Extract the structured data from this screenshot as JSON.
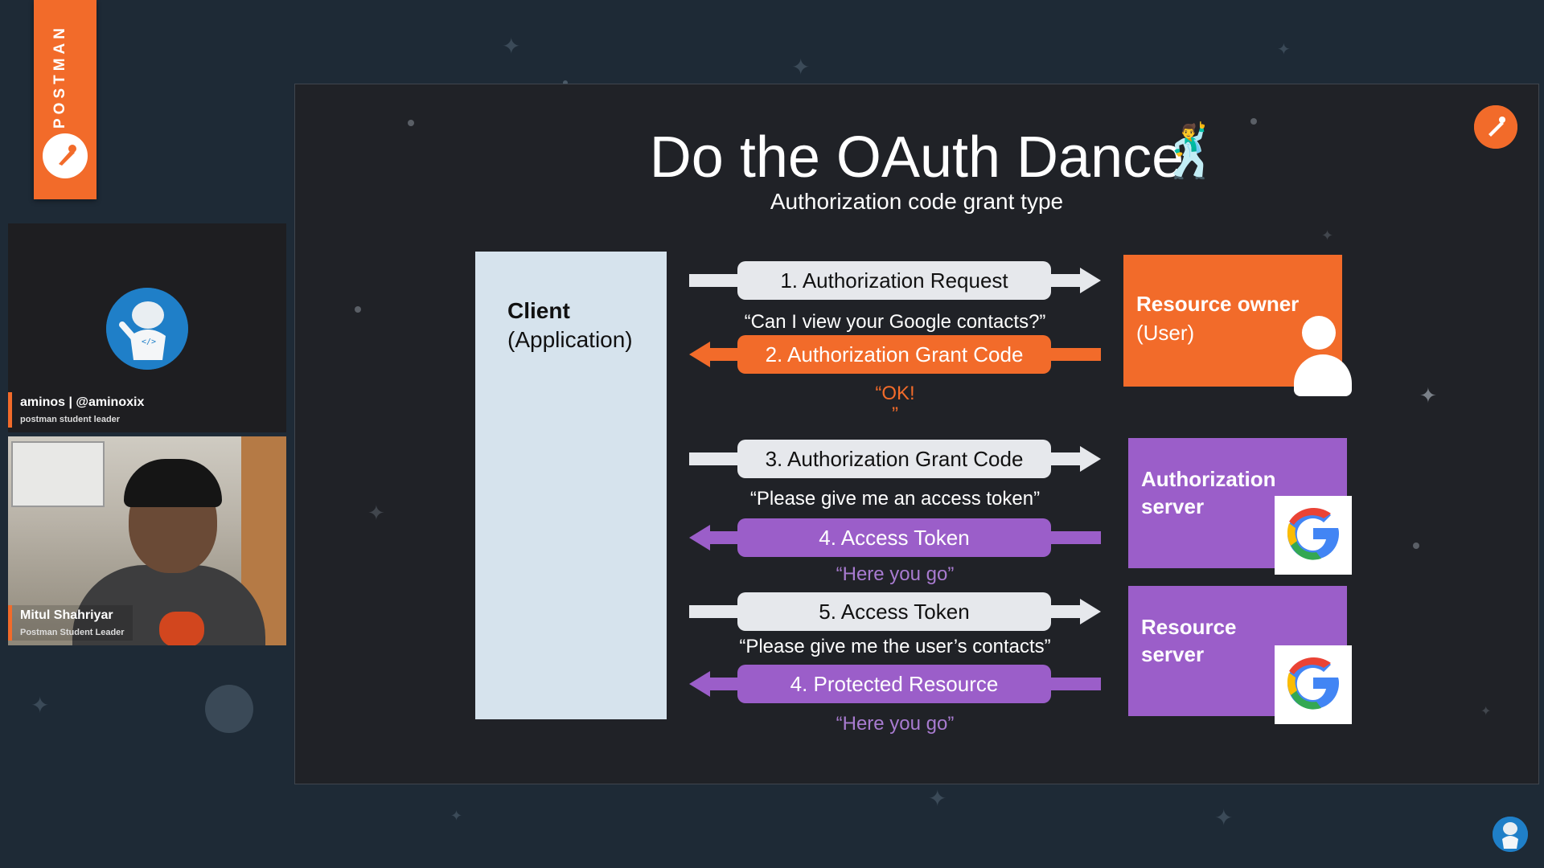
{
  "brand": {
    "name": "POSTMAN",
    "accent": "#f26b2a",
    "purple": "#9b5ec9"
  },
  "participants": [
    {
      "name": "aminos | @aminoxix",
      "role": "postman student leader"
    },
    {
      "name": "Mitul Shahriyar",
      "role": "Postman Student Leader"
    }
  ],
  "slide": {
    "title": "Do the OAuth Dance",
    "subtitle": "Authorization code grant type",
    "client": {
      "title": "Client",
      "subtitle": "(Application)"
    },
    "steps": [
      {
        "label": "1. Authorization Request",
        "direction": "right",
        "color": "white",
        "caption": "“Can I view your Google contacts?”"
      },
      {
        "label": "2. Authorization Grant Code",
        "direction": "left",
        "color": "orange",
        "caption": "“OK!\n”"
      },
      {
        "label": "3. Authorization Grant Code",
        "direction": "right",
        "color": "white",
        "caption": "“Please give me an access token”"
      },
      {
        "label": "4. Access Token",
        "direction": "left",
        "color": "purple",
        "caption": "“Here you go”"
      },
      {
        "label": "5. Access Token",
        "direction": "right",
        "color": "white",
        "caption": "“Please give me the user’s contacts”"
      },
      {
        "label": "4. Protected Resource",
        "direction": "left",
        "color": "purple",
        "caption": "“Here you go”"
      }
    ],
    "boxes": {
      "resource_owner": {
        "line1": "Resource owner",
        "line2": "(User)"
      },
      "authorization_server": {
        "line1": "Authorization",
        "line2": "server"
      },
      "resource_server": {
        "line1": "Resource",
        "line2": "server"
      }
    }
  }
}
